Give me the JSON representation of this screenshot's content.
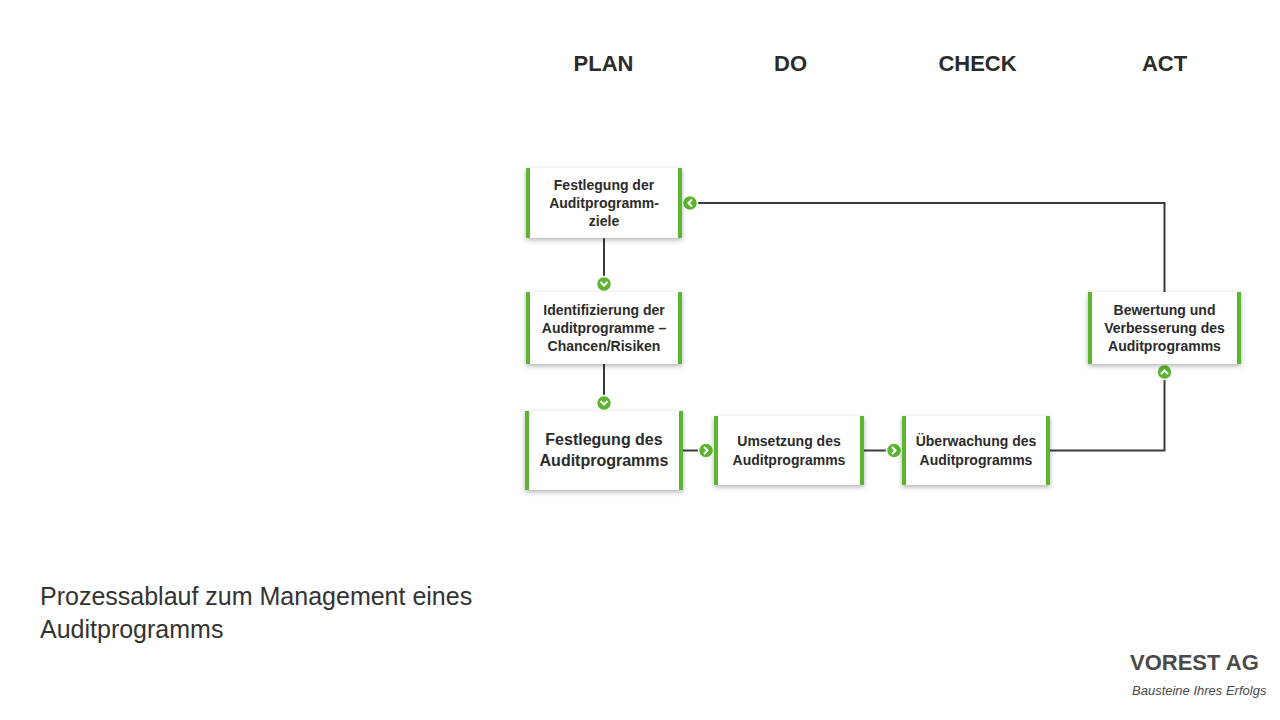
{
  "diagram": {
    "title": "Prozessablauf zum Management eines Auditprogramms",
    "nodes": [
      {
        "text": [
          "PLAN"
        ]
      },
      {
        "text": [
          "Festlegung der Auditprogramm- ziele"
        ],
        "in": 0
      },
      {
        "text": [
          "Identifizierung der Auditprogramme – Chancen/Risiken"
        ],
        "in": 0
      },
      {
        "text": [
          "Festlegung des Auditprogramms"
        ],
        "in": 0
      },
      {
        "text": [
          "DO"
        ]
      },
      {
        "text": [
          "Umsetzung des Auditprogramms"
        ],
        "in": 4
      },
      {
        "text": [
          "CHECK"
        ]
      },
      {
        "text": [
          "Überwachung des Auditprogramms"
        ],
        "in": 6
      },
      {
        "text": [
          "ACT"
        ]
      },
      {
        "text": [
          "Bewertung und Verbesserung des Auditprogramms"
        ],
        "in": 8
      }
    ],
    "edges": [
      {
        "from": 1,
        "to": 2,
        "arrow": "to"
      },
      {
        "from": 2,
        "to": 3,
        "arrow": "to"
      },
      {
        "from": 3,
        "to": 5,
        "arrow": "to"
      },
      {
        "from": 5,
        "to": 7,
        "arrow": "to"
      },
      {
        "from": 7,
        "to": 9,
        "arrow": "to"
      },
      {
        "from": 9,
        "to": 1,
        "arrow": "to"
      }
    ],
    "labels": [
      "VOREST AG",
      "Bausteine Ihres Erfolgs"
    ]
  }
}
